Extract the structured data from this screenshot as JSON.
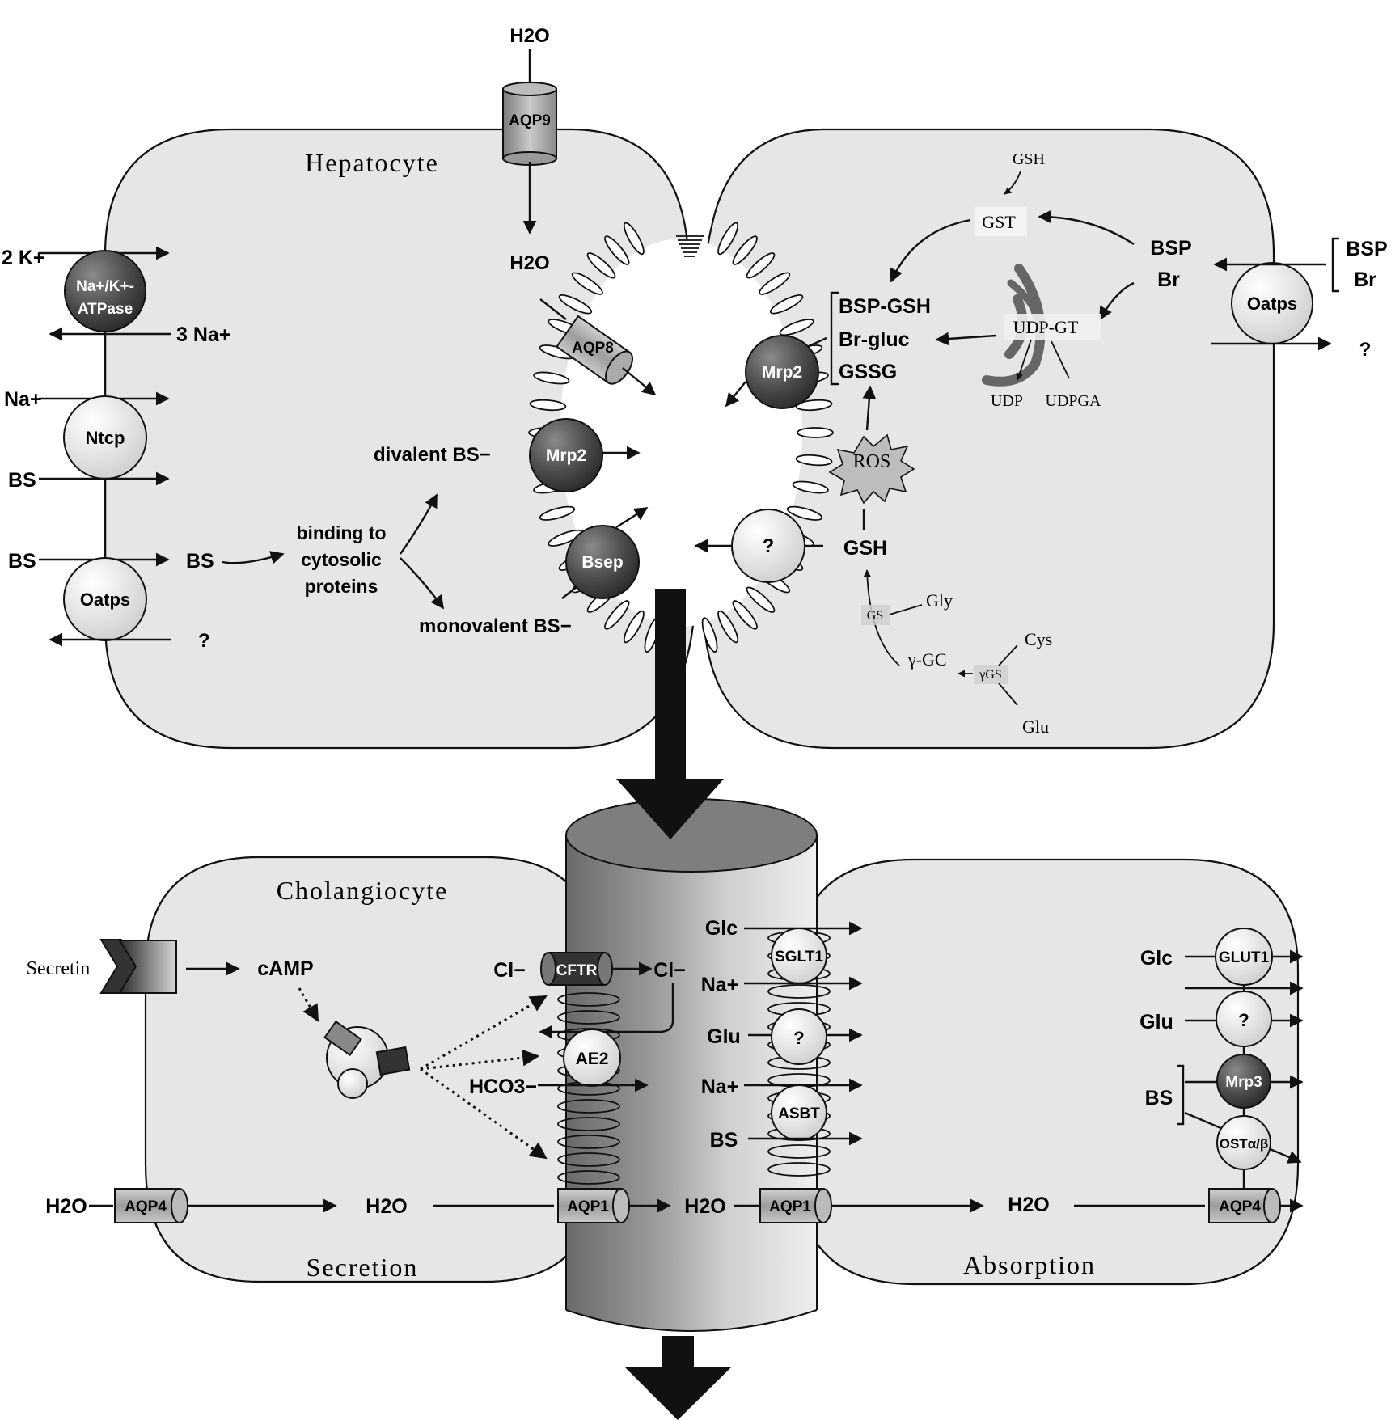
{
  "hepatocyte": {
    "title": "Hepatocyte",
    "h2o_top": "H2O",
    "h2o_mid": "H2O",
    "aqp9": "AQP9",
    "aqp8": "AQP8",
    "k2": "2 K+",
    "na_k_atpase_line1": "Na+/K+-",
    "na_k_atpase_line2": "ATPase",
    "na3": "3 Na+",
    "na": "Na+",
    "ntcp": "Ntcp",
    "bs_1": "BS",
    "bs_2": "BS",
    "bs_3": "BS",
    "oatps_left": "Oatps",
    "q_left": "?",
    "binding_line1": "binding to",
    "binding_line2": "cytosolic",
    "binding_line3": "proteins",
    "divalent": "divalent BS−",
    "monovalent": "monovalent BS−",
    "mrp2_left": "Mrp2",
    "bsep": "Bsep",
    "mrp2_right": "Mrp2",
    "conj_1": "BSP-GSH",
    "conj_2": "Br-gluc",
    "conj_3": "GSSG",
    "gsh_top": "GSH",
    "gst": "GST",
    "bsp": "BSP",
    "br": "Br",
    "udpgt": "UDP-GT",
    "udp": "UDP",
    "udpga": "UDPGA",
    "ros": "ROS",
    "gsh": "GSH",
    "q_transport": "?",
    "gs": "GS",
    "gly": "Gly",
    "ggc": "γ-GC",
    "ggs": "γGS",
    "cys": "Cys",
    "glu": "Glu",
    "oatps_right": "Oatps",
    "bsp_out": "BSP",
    "br_out": "Br",
    "q_right": "?"
  },
  "cholangiocyte": {
    "title": "Cholangiocyte",
    "secretin": "Secretin",
    "camp": "cAMP",
    "cl_in": "Cl−",
    "cftr": "CFTR",
    "cl_out": "Cl−",
    "ae2": "AE2",
    "hco3": "HCO3−",
    "h2o_left": "H2O",
    "aqp4_left": "AQP4",
    "h2o_mid": "H2O",
    "aqp1_left": "AQP1",
    "h2o_lumen": "H2O",
    "secretion": "Secretion"
  },
  "absorption_cell": {
    "glc": "Glc",
    "sglt1": "SGLT1",
    "na1": "Na+",
    "glu": "Glu",
    "q_mid": "?",
    "na2": "Na+",
    "asbt": "ASBT",
    "bs": "BS",
    "aqp1": "AQP1",
    "h2o": "H2O",
    "glc_right": "Glc",
    "glut1": "GLUT1",
    "glu_right": "Glu",
    "q_right": "?",
    "bs_right": "BS",
    "mrp3": "Mrp3",
    "ost": "OSTα/β",
    "aqp4": "AQP4",
    "absorption": "Absorption"
  }
}
